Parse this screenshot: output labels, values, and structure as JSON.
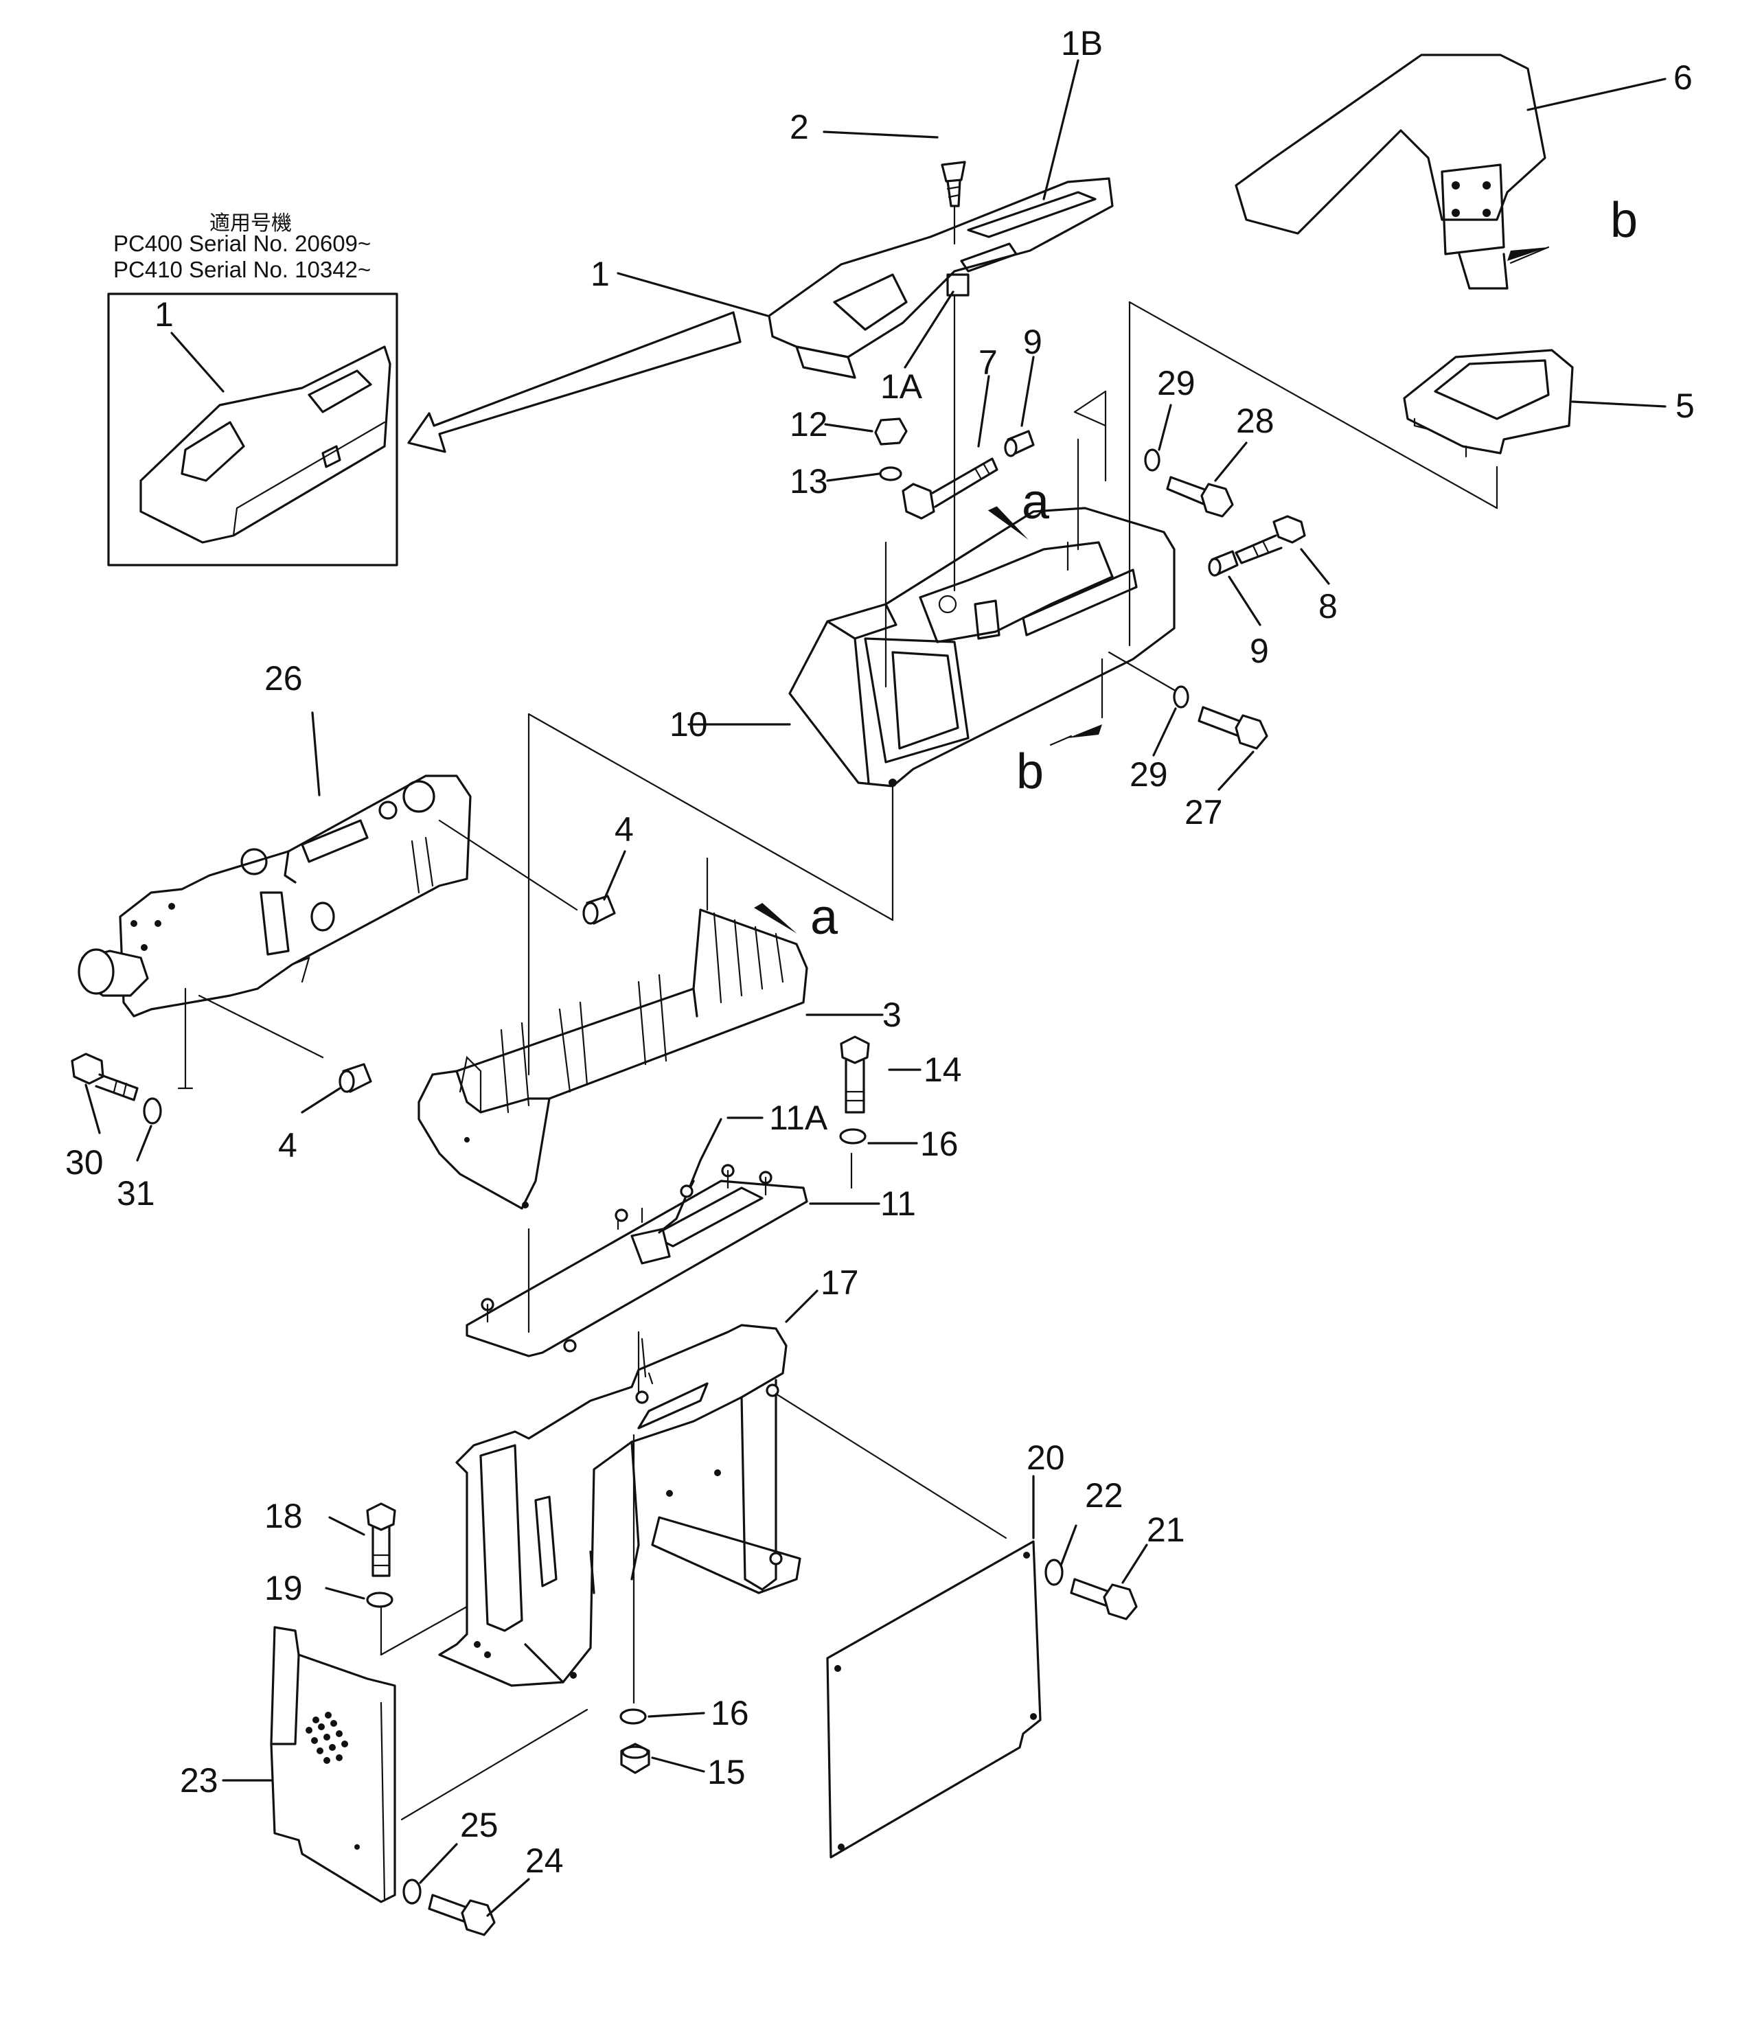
{
  "serial_note": {
    "heading": "適用号機",
    "lines": [
      "PC400  Serial  No.  20609~",
      "PC410  Serial  No.  10342~"
    ]
  },
  "parts": {
    "p1": "1",
    "p1A": "1A",
    "p1B": "1B",
    "p2": "2",
    "p3": "3",
    "p4a": "4",
    "p4b": "4",
    "p5": "5",
    "p6": "6",
    "p7": "7",
    "p8": "8",
    "p9a": "9",
    "p9b": "9",
    "p10": "10",
    "p11": "11",
    "p11A": "11A",
    "p12": "12",
    "p13": "13",
    "p14": "14",
    "p15": "15",
    "p16a": "16",
    "p16b": "16",
    "p17": "17",
    "p18": "18",
    "p19": "19",
    "p20": "20",
    "p21": "21",
    "p22": "22",
    "p23": "23",
    "p24": "24",
    "p25": "25",
    "p26": "26",
    "p27": "27",
    "p28": "28",
    "p29a": "29",
    "p29b": "29",
    "p30": "30",
    "p31": "31",
    "inset1": "1"
  },
  "view_marks": {
    "a1": "a",
    "a2": "a",
    "b1": "b",
    "b2": "b"
  }
}
